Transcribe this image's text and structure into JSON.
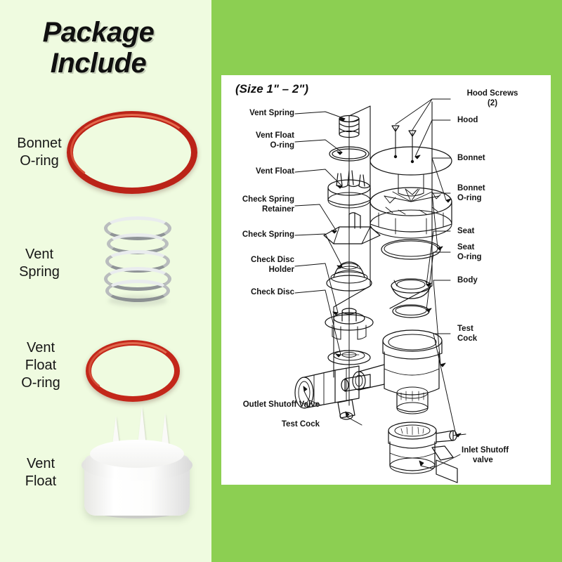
{
  "meta": {
    "background_green": "#8ccf52",
    "panel_pale_green": "#effbe0",
    "oring_red": "#bb2318"
  },
  "left_panel": {
    "title_line1": "Package",
    "title_line2": "Include",
    "parts": [
      {
        "label": "Bonnet\nO-ring",
        "label_line1": "Bonnet",
        "label_line2": "O-ring",
        "icon": "bonnet-oring"
      },
      {
        "label": "Vent\nSpring",
        "label_line1": "Vent",
        "label_line2": "Spring",
        "icon": "vent-spring"
      },
      {
        "label": "Vent\nFloat\nO-ring",
        "label_line1": "Vent",
        "label_line2": "Float",
        "label_line3": "O-ring",
        "icon": "vent-float-oring"
      },
      {
        "label": "Vent\nFloat",
        "label_line1": "Vent",
        "label_line2": "Float",
        "icon": "vent-float"
      }
    ]
  },
  "diagram": {
    "size_note": "(Size 1\" – 2\")",
    "left_labels": [
      {
        "id": "vent-spring",
        "line1": "Vent Spring"
      },
      {
        "id": "vent-float-oring",
        "line1": "Vent Float",
        "line2": "O-ring"
      },
      {
        "id": "vent-float",
        "line1": "Vent Float"
      },
      {
        "id": "check-spring-retainer",
        "line1": "Check Spring",
        "line2": "Retainer"
      },
      {
        "id": "check-spring",
        "line1": "Check Spring"
      },
      {
        "id": "check-disc-holder",
        "line1": "Check Disc",
        "line2": "Holder"
      },
      {
        "id": "check-disc",
        "line1": "Check Disc"
      }
    ],
    "right_labels": [
      {
        "id": "hood-screws",
        "line1": "Hood Screws",
        "line2": "(2)"
      },
      {
        "id": "hood",
        "line1": "Hood"
      },
      {
        "id": "bonnet",
        "line1": "Bonnet"
      },
      {
        "id": "bonnet-oring",
        "line1": "Bonnet",
        "line2": "O-ring"
      },
      {
        "id": "seat",
        "line1": "Seat"
      },
      {
        "id": "seat-oring",
        "line1": "Seat",
        "line2": "O-ring"
      },
      {
        "id": "body",
        "line1": "Body"
      },
      {
        "id": "test-cock-r",
        "line1": "Test",
        "line2": "Cock"
      },
      {
        "id": "inlet-shutoff",
        "line1": "Inlet Shutoff",
        "line2": "valve"
      }
    ],
    "bottom_labels": [
      {
        "id": "outlet-shutoff-valve",
        "line1": "Outlet Shutoff Valve"
      },
      {
        "id": "test-cock",
        "line1": "Test Cock"
      }
    ]
  }
}
